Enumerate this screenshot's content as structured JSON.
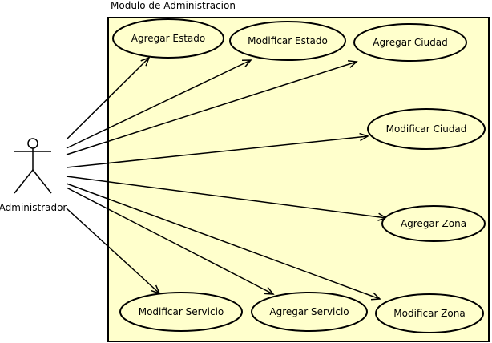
{
  "diagram": {
    "system_title": "Modulo de Administracion",
    "system_fill": "#ffffcc",
    "usecase_fill": "#ffffcc",
    "stroke": "#000000",
    "actor": {
      "label": "Administrador"
    },
    "use_cases": [
      {
        "id": "agregar-estado",
        "label": "Agregar Estado"
      },
      {
        "id": "modificar-estado",
        "label": "Modificar Estado"
      },
      {
        "id": "agregar-ciudad",
        "label": "Agregar Ciudad"
      },
      {
        "id": "modificar-ciudad",
        "label": "Modificar Ciudad"
      },
      {
        "id": "agregar-zona",
        "label": "Agregar Zona"
      },
      {
        "id": "modificar-zona",
        "label": "Modificar Zona"
      },
      {
        "id": "agregar-servicio",
        "label": "Agregar Servicio"
      },
      {
        "id": "modificar-servicio",
        "label": "Modificar Servicio"
      }
    ],
    "associations": [
      {
        "from": "actor",
        "to": "agregar-estado"
      },
      {
        "from": "actor",
        "to": "modificar-estado"
      },
      {
        "from": "actor",
        "to": "agregar-ciudad"
      },
      {
        "from": "actor",
        "to": "modificar-ciudad"
      },
      {
        "from": "actor",
        "to": "agregar-zona"
      },
      {
        "from": "actor",
        "to": "modificar-zona"
      },
      {
        "from": "actor",
        "to": "agregar-servicio"
      },
      {
        "from": "actor",
        "to": "modificar-servicio"
      }
    ]
  }
}
